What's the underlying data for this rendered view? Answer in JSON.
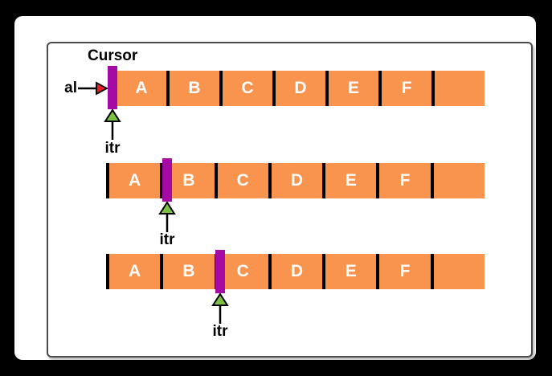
{
  "labels": {
    "cursor": "Cursor",
    "al": "al",
    "itr": "itr"
  },
  "list": {
    "cells": [
      "A",
      "B",
      "C",
      "D",
      "E",
      "F",
      ""
    ]
  },
  "rows": [
    {
      "id": "row-1",
      "cursor_gap_index": 0,
      "cursor_position": "before A"
    },
    {
      "id": "row-2",
      "cursor_gap_index": 1,
      "cursor_position": "between A and B"
    },
    {
      "id": "row-3",
      "cursor_gap_index": 2,
      "cursor_position": "between B and C"
    }
  ],
  "colors": {
    "background": "#000000",
    "canvas": "#FFFFFF",
    "frame_border": "#4A4A4A",
    "cell_fill": "#F8944E",
    "divider": "#000000",
    "cursor_bar": "#A50AA5",
    "red_arrowhead": "#EC1C24",
    "green_arrowhead": "#7CC242",
    "label_text": "#000000",
    "cell_text": "#FFFFFF"
  }
}
